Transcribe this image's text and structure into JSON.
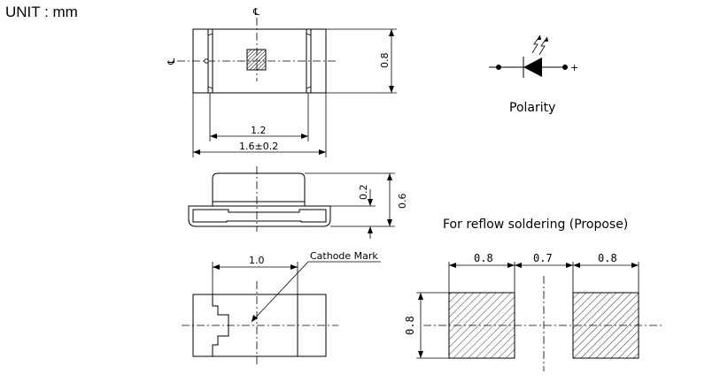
{
  "unit_label": "UNIT : mm",
  "top_view": {
    "height_dim": "0.8",
    "inner_width_dim": "1.2",
    "overall_width_dim": "1.6±0.2",
    "centerline_mark": "℄"
  },
  "polarity": {
    "label": "Polarity",
    "plus_sign": "+"
  },
  "side_view": {
    "lens_height_dim": "0.2",
    "total_height_dim": "0.6"
  },
  "bottom_view": {
    "width_dim": "1.0",
    "cathode_label": "Cathode Mark"
  },
  "reflow": {
    "title": "For reflow soldering (Propose)",
    "pad_width_1": "0.8",
    "gap": "0.7",
    "pad_width_2": "0.8",
    "pad_height": "0.8"
  }
}
